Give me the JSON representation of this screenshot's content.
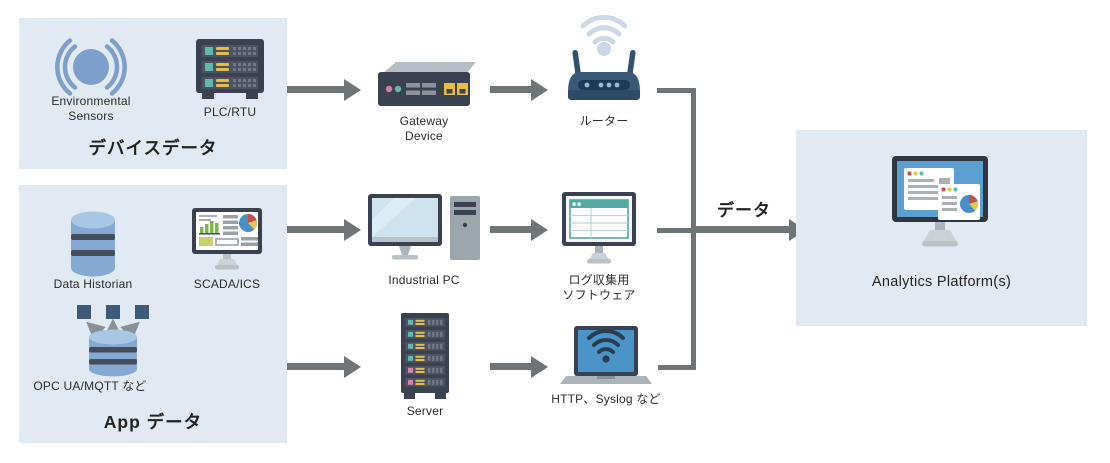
{
  "palette": {
    "group_box_bg": "#e1eaf2",
    "arrow_gray": "#6f7477",
    "text": "#2b2b2b",
    "dark_slate": "#3a4150",
    "sensor_blue": "#7e9ecb",
    "db_blue": "#86a9d3",
    "db_blue_light": "#a9c6e4",
    "teal": "#62b8ab",
    "yellow": "#e6bd4a",
    "pink": "#cf7fa2",
    "router_navy": "#3a5878",
    "wifi_light": "#ccd7ea",
    "screen_blue": "#5aa0d2",
    "screen_light_blue": "#cfe3ee",
    "green": "#7cb64e"
  },
  "device_data_group": {
    "title": "デバイスデータ",
    "sensor_label": "Environmental\nSensors",
    "plc_label": "PLC/RTU"
  },
  "app_data_group": {
    "title": "App データ",
    "historian_label": "Data Historian",
    "scada_label": "SCADA/ICS",
    "opc_label": "OPC UA/MQTT など"
  },
  "flow": {
    "gateway_label": "Gateway\nDevice",
    "router_label": "ルーター",
    "industrial_pc_label": "Industrial PC",
    "log_software_label": "ログ収集用\nソフトウェア",
    "server_label": "Server",
    "http_syslog_label": "HTTP、Syslog など",
    "data_arrow_label": "データ"
  },
  "analytics_group": {
    "title": "Analytics Platform(s)"
  }
}
